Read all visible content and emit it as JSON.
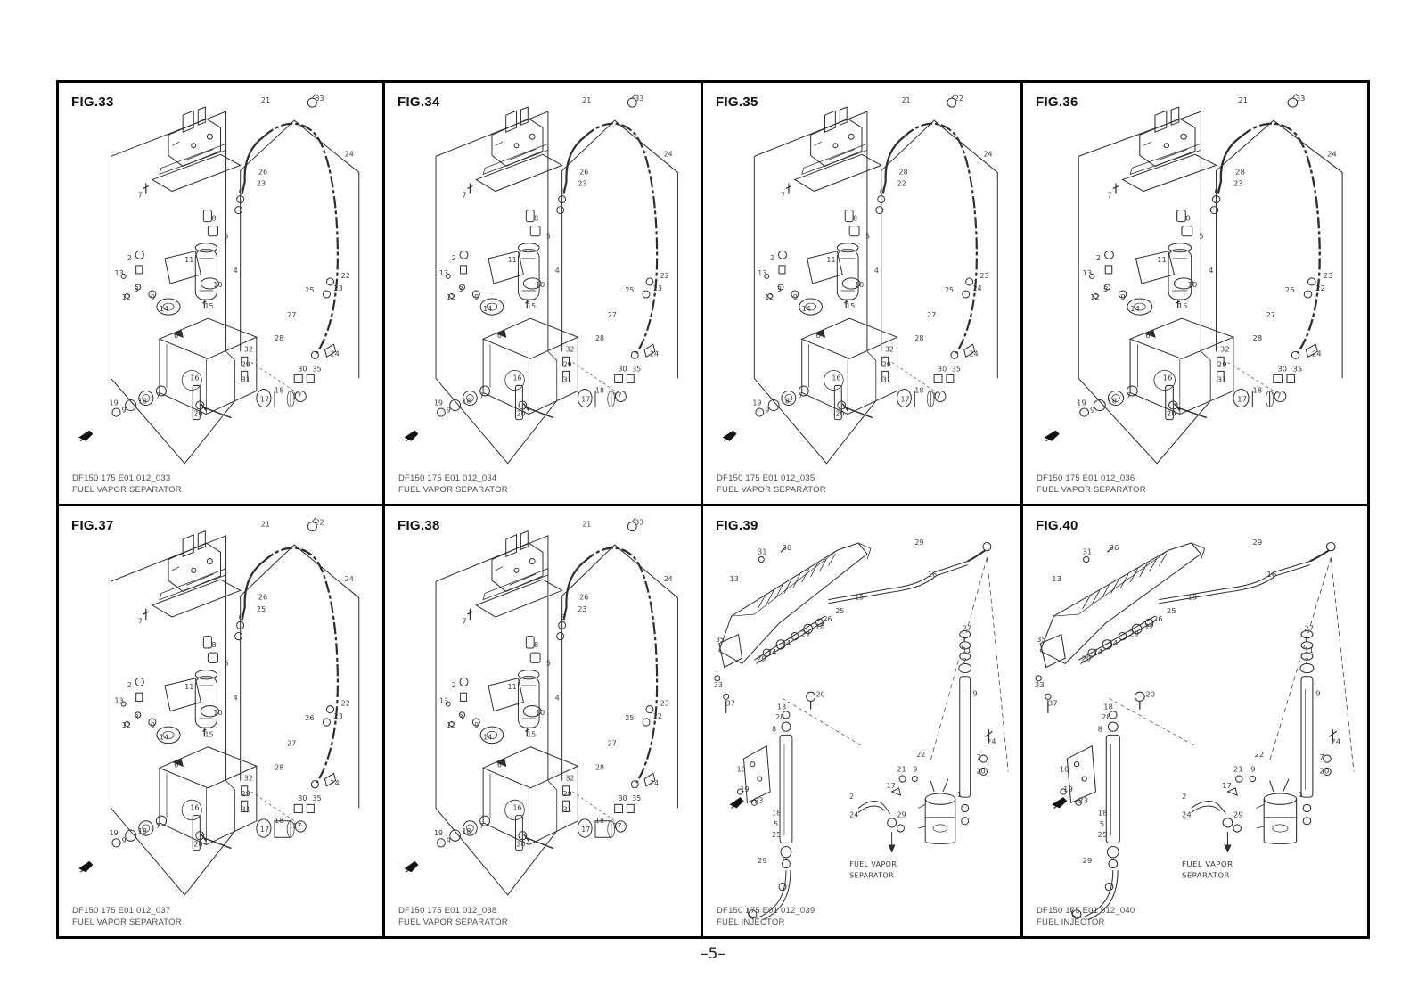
{
  "page": {
    "number_label": "–5–"
  },
  "figures": [
    {
      "label": "FIG.33",
      "code": "DF150 175 E01 012_033",
      "title": "FUEL VAPOR SEPARATOR",
      "type": "separator",
      "callouts": [
        "21",
        "33",
        "24",
        "26",
        "23",
        "7",
        "6",
        "8",
        "5",
        "2",
        "11",
        "4",
        "13",
        "3",
        "10",
        "12",
        "9",
        "25",
        "22",
        "23",
        "14",
        "15",
        "27",
        "6",
        "28",
        "32",
        "29",
        "31",
        "24",
        "30",
        "35",
        "16",
        "18",
        "17",
        "17",
        "7",
        "18",
        "9",
        "19",
        "20"
      ]
    },
    {
      "label": "FIG.34",
      "code": "DF150 175 E01 012_034",
      "title": "FUEL VAPOR SEPARATOR",
      "type": "separator",
      "callouts": [
        "21",
        "33",
        "24",
        "26",
        "23",
        "7",
        "6",
        "8",
        "5",
        "2",
        "11",
        "4",
        "13",
        "3",
        "10",
        "12",
        "9",
        "25",
        "22",
        "23",
        "14",
        "15",
        "27",
        "6",
        "28",
        "32",
        "29",
        "31",
        "24",
        "30",
        "35",
        "16",
        "18",
        "17",
        "17",
        "7",
        "18",
        "9",
        "19",
        "20"
      ]
    },
    {
      "label": "FIG.35",
      "code": "DF150 175 E01 012_035",
      "title": "FUEL VAPOR SEPARATOR",
      "type": "separator",
      "callouts": [
        "21",
        "22",
        "24",
        "28",
        "22",
        "7",
        "6",
        "8",
        "5",
        "2",
        "11",
        "4",
        "13",
        "3",
        "10",
        "12",
        "9",
        "25",
        "23",
        "24",
        "14",
        "15",
        "27",
        "6",
        "28",
        "32",
        "29",
        "31",
        "24",
        "30",
        "35",
        "16",
        "18",
        "17",
        "17",
        "7",
        "18",
        "9",
        "19",
        "20"
      ]
    },
    {
      "label": "FIG.36",
      "code": "DF150 175 E01 012_036",
      "title": "FUEL VAPOR SEPARATOR",
      "type": "separator",
      "callouts": [
        "21",
        "33",
        "24",
        "28",
        "23",
        "7",
        "6",
        "8",
        "5",
        "2",
        "11",
        "4",
        "13",
        "3",
        "10",
        "12",
        "9",
        "25",
        "23",
        "22",
        "14",
        "15",
        "27",
        "6",
        "28",
        "32",
        "29",
        "31",
        "24",
        "30",
        "35",
        "16",
        "18",
        "17",
        "17",
        "7",
        "18",
        "9",
        "19",
        "20"
      ]
    },
    {
      "label": "FIG.37",
      "code": "DF150 175 E01 012_037",
      "title": "FUEL VAPOR SEPARATOR",
      "type": "separator",
      "callouts": [
        "21",
        "22",
        "24",
        "26",
        "25",
        "7",
        "6",
        "8",
        "5",
        "2",
        "11",
        "4",
        "13",
        "3",
        "10",
        "12",
        "9",
        "26",
        "22",
        "23",
        "14",
        "15",
        "27",
        "6",
        "28",
        "32",
        "29",
        "31",
        "24",
        "30",
        "35",
        "16",
        "18",
        "17",
        "17",
        "7",
        "18",
        "9",
        "19",
        "20"
      ]
    },
    {
      "label": "FIG.38",
      "code": "DF150 175 E01 012_038",
      "title": "FUEL VAPOR SEPARATOR",
      "type": "separator",
      "callouts": [
        "21",
        "33",
        "24",
        "26",
        "23",
        "7",
        "6",
        "8",
        "5",
        "2",
        "11",
        "4",
        "13",
        "3",
        "10",
        "12",
        "9",
        "25",
        "23",
        "22",
        "14",
        "15",
        "27",
        "6",
        "28",
        "32",
        "29",
        "31",
        "24",
        "30",
        "35",
        "16",
        "18",
        "17",
        "17",
        "7",
        "18",
        "9",
        "19",
        "20"
      ]
    },
    {
      "label": "FIG.39",
      "code": "DF150 175 E01 012_039",
      "title": "FUEL INJECTOR",
      "type": "injector",
      "annotation_line1": "FUEL VAPOR",
      "annotation_line2": "SEPARATOR",
      "callouts": [
        "31",
        "36",
        "13",
        "29",
        "16",
        "15",
        "25",
        "26",
        "12",
        "29",
        "14",
        "24",
        "29",
        "35",
        "33",
        "37",
        "27",
        "7",
        "11",
        "7",
        "9",
        "20",
        "18",
        "28",
        "8",
        "10",
        "19",
        "23",
        "18",
        "5",
        "25",
        "29",
        "22",
        "21",
        "9",
        "17",
        "2",
        "24",
        "29",
        "1",
        "24",
        "7",
        "20"
      ]
    },
    {
      "label": "FIG.40",
      "code": "DF150 175 E01 012_040",
      "title": "FUEL INJECTOR",
      "type": "injector",
      "annotation_line1": "FUEL VAPOR",
      "annotation_line2": "SEPARATOR",
      "callouts": [
        "31",
        "36",
        "13",
        "29",
        "16",
        "15",
        "25",
        "26",
        "12",
        "29",
        "14",
        "24",
        "29",
        "35",
        "33",
        "37",
        "27",
        "7",
        "11",
        "7",
        "9",
        "20",
        "18",
        "28",
        "8",
        "10",
        "19",
        "23",
        "18",
        "5",
        "25",
        "29",
        "22",
        "21",
        "9",
        "17",
        "2",
        "24",
        "29",
        "1",
        "24",
        "7",
        "20"
      ]
    }
  ]
}
